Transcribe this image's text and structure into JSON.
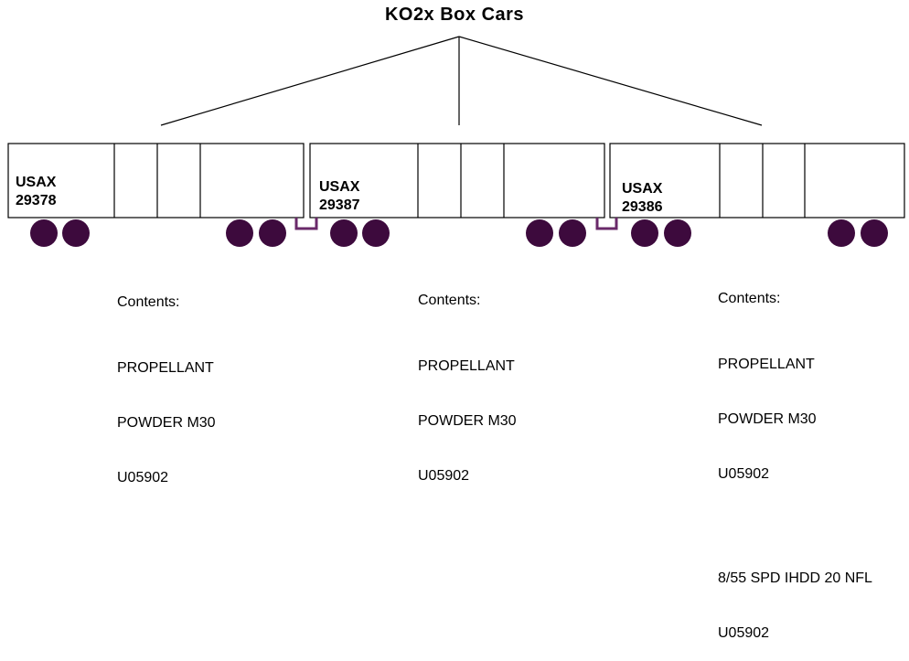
{
  "title": "KO2x  Box Cars",
  "colors": {
    "wheel": "#3d0a3d",
    "coupler": "#6a2a6a",
    "line": "#000000"
  },
  "cars": [
    {
      "id_line1": "USAX",
      "id_line2": "29378",
      "contents_label": "Contents:",
      "contents": [
        "PROPELLANT",
        "POWDER M30",
        "U05902"
      ],
      "extra_contents": []
    },
    {
      "id_line1": "USAX",
      "id_line2": "29387",
      "contents_label": "Contents:",
      "contents": [
        "PROPELLANT",
        "POWDER M30",
        "U05902"
      ],
      "extra_contents": []
    },
    {
      "id_line1": "USAX",
      "id_line2": "29386",
      "contents_label": "Contents:",
      "contents": [
        "PROPELLANT",
        "POWDER M30",
        "U05902"
      ],
      "extra_contents": [
        "8/55 SPD IHDD 20 NFL",
        "U05902"
      ]
    }
  ]
}
